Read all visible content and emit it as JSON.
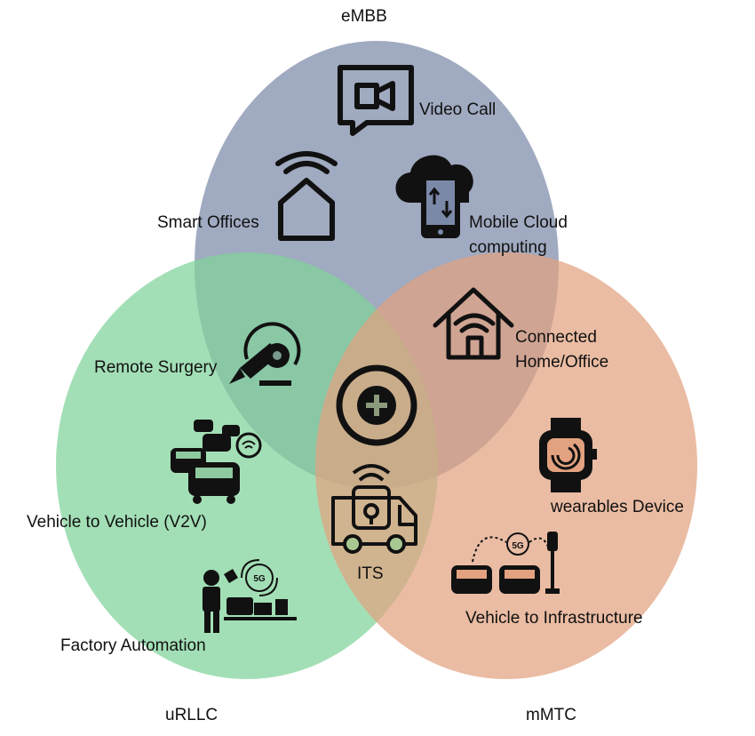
{
  "sets": {
    "embb": {
      "label": "eMBB",
      "color": "#7b89a8"
    },
    "urllc": {
      "label": "uRLLC",
      "color": "#7fd39a"
    },
    "mmtc": {
      "label": "mMTC",
      "color": "#e2a27f"
    }
  },
  "items": {
    "video_call": "Video Call",
    "smart_offices": "Smart Offices",
    "mobile_cloud_line1": "Mobile Cloud",
    "mobile_cloud_line2": "computing",
    "connected_home_line1": "Connected",
    "connected_home_line2": "Home/Office",
    "remote_surgery": "Remote Surgery",
    "v2v": "Vehicle to Vehicle (V2V)",
    "wearables": "wearables Device",
    "its": "ITS",
    "v2i": "Vehicle to Infrastructure",
    "factory": "Factory Automation",
    "fiveg_badge": "5G"
  },
  "icons": {
    "video_call": "video-call-icon",
    "smart_offices": "smart-home-wifi-icon",
    "mobile_cloud": "cloud-phone-icon",
    "connected_home": "connected-home-icon",
    "remote_surgery": "robotic-arm-icon",
    "center": "plus-circle-icon",
    "v2v": "v2v-cars-icon",
    "wearables": "smartwatch-icon",
    "its": "its-truck-icon",
    "v2i": "v2i-traffic-icon",
    "factory": "factory-automation-icon"
  }
}
